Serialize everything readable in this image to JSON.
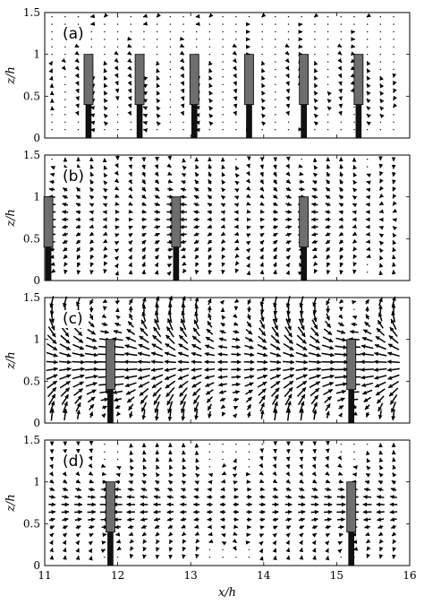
{
  "chart_data": [
    {
      "type": "quiver",
      "panel_label": "(a)",
      "xlabel": "",
      "ylabel": "z/h",
      "xlim": [
        11,
        16
      ],
      "ylim": [
        0,
        1.5
      ],
      "xticks": [
        11,
        12,
        13,
        14,
        15,
        16
      ],
      "yticks": [
        0,
        0.5,
        1,
        1.5
      ],
      "xtick_labels_shown": false,
      "plate_x": [
        11.6,
        12.3,
        13.05,
        13.8,
        14.55,
        15.3
      ],
      "plate_z": [
        0.4,
        1.0
      ],
      "stem_z": [
        0,
        0.4
      ],
      "vector_field": {
        "x0": 11.1,
        "dx": 0.18,
        "nx": 27,
        "z0": 0.1,
        "dz": 0.09,
        "nz": 16,
        "pattern": "weak-recirculation",
        "amplitude": 0.35
      }
    },
    {
      "type": "quiver",
      "panel_label": "(b)",
      "xlabel": "",
      "ylabel": "z/h",
      "xlim": [
        11,
        16
      ],
      "ylim": [
        0,
        1.5
      ],
      "xticks": [
        11,
        12,
        13,
        14,
        15,
        16
      ],
      "yticks": [
        0,
        0.5,
        1,
        1.5
      ],
      "xtick_labels_shown": false,
      "plate_x": [
        11.05,
        12.8,
        14.55
      ],
      "plate_z": [
        0.4,
        1.0
      ],
      "stem_z": [
        0,
        0.4
      ],
      "vector_field": {
        "x0": 11.1,
        "dx": 0.18,
        "nx": 27,
        "z0": 0.1,
        "dz": 0.09,
        "nz": 16,
        "pattern": "converging-to-plates",
        "amplitude": 0.7
      }
    },
    {
      "type": "quiver",
      "panel_label": "(c)",
      "xlabel": "",
      "ylabel": "z/h",
      "xlim": [
        11,
        16
      ],
      "ylim": [
        0,
        1.5
      ],
      "xticks": [
        11,
        12,
        13,
        14,
        15,
        16
      ],
      "yticks": [
        0,
        0.5,
        1,
        1.5
      ],
      "xtick_labels_shown": false,
      "plate_x": [
        11.9,
        15.2
      ],
      "plate_z": [
        0.4,
        1.0
      ],
      "stem_z": [
        0,
        0.4
      ],
      "vector_field": {
        "x0": 11.1,
        "dx": 0.18,
        "nx": 27,
        "z0": 0.1,
        "dz": 0.09,
        "nz": 16,
        "pattern": "strong-cells",
        "amplitude": 1.0
      }
    },
    {
      "type": "quiver",
      "panel_label": "(d)",
      "xlabel": "x/h",
      "ylabel": "z/h",
      "xlim": [
        11,
        16
      ],
      "ylim": [
        0,
        1.5
      ],
      "xticks": [
        11,
        12,
        13,
        14,
        15,
        16
      ],
      "yticks": [
        0,
        0.5,
        1,
        1.5
      ],
      "xtick_labels_shown": true,
      "plate_x": [
        11.9,
        15.2
      ],
      "plate_z": [
        0.4,
        1.0
      ],
      "stem_z": [
        0,
        0.4
      ],
      "vector_field": {
        "x0": 11.1,
        "dx": 0.18,
        "nx": 27,
        "z0": 0.1,
        "dz": 0.09,
        "nz": 16,
        "pattern": "horizontal-jets",
        "amplitude": 0.75
      }
    }
  ]
}
